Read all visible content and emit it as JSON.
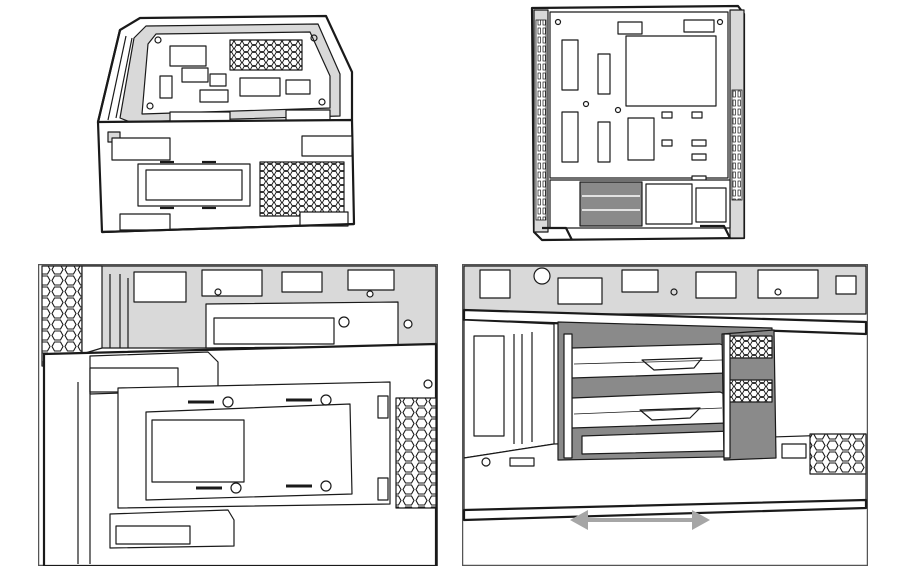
{
  "figure": {
    "panels": [
      {
        "name": "top-left",
        "subject": "case-rear-view"
      },
      {
        "name": "top-right",
        "subject": "case-side-view"
      },
      {
        "name": "bottom-left",
        "subject": "psu-shroud-detail"
      },
      {
        "name": "bottom-right",
        "subject": "drive-cage-slide-detail"
      }
    ],
    "colors": {
      "line": "#1a1a1a",
      "panel_border": "#555555",
      "arrow": "#a6a6a6",
      "cage_fill": "#8a8a8a"
    },
    "icons": [
      "double-arrow-icon"
    ]
  }
}
